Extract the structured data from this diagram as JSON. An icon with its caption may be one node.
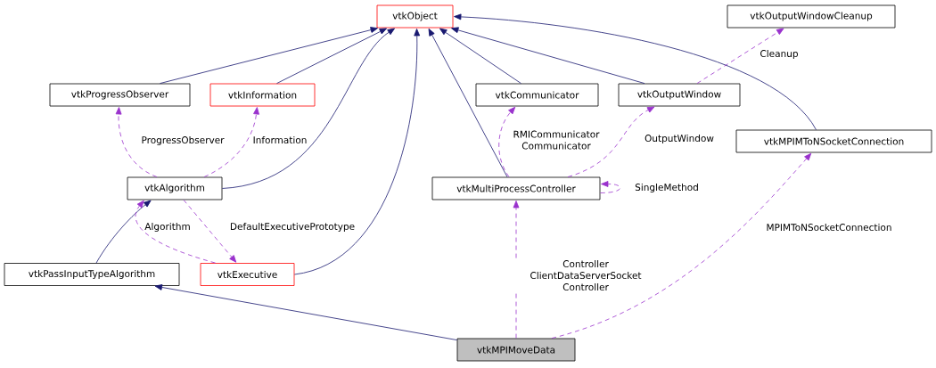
{
  "diagram": {
    "nodes": [
      {
        "text": [
          "vtkObject"
        ]
      },
      {
        "text": [
          "vtkOutputWindowCleanup"
        ]
      },
      {
        "text": [
          "vtkProgressObserver"
        ]
      },
      {
        "text": [
          "vtkInformation"
        ]
      },
      {
        "text": [
          "vtkCommunicator"
        ]
      },
      {
        "text": [
          "vtkOutputWindow"
        ]
      },
      {
        "text": [
          "vtkMPIMToNSocketConnection"
        ]
      },
      {
        "text": [
          "vtkAlgorithm"
        ]
      },
      {
        "text": [
          "vtkMultiProcessController"
        ]
      },
      {
        "text": [
          "vtkPassInputTypeAlgorithm"
        ]
      },
      {
        "text": [
          "vtkExecutive"
        ]
      },
      {
        "text": [
          "vtkMPIMoveData"
        ]
      }
    ],
    "edges": [
      {
        "from": 2,
        "to": 0,
        "arrow": "to",
        "color": "#191970"
      },
      {
        "from": 3,
        "to": 0,
        "arrow": "to",
        "color": "#191970"
      },
      {
        "from": 7,
        "to": 0,
        "arrow": "to",
        "color": "#191970"
      },
      {
        "from": 10,
        "to": 0,
        "arrow": "to",
        "color": "#191970"
      },
      {
        "from": 8,
        "to": 0,
        "arrow": "to",
        "color": "#191970"
      },
      {
        "from": 4,
        "to": 0,
        "arrow": "to",
        "color": "#191970"
      },
      {
        "from": 5,
        "to": 0,
        "arrow": "to",
        "color": "#191970"
      },
      {
        "from": 6,
        "to": 0,
        "arrow": "to",
        "color": "#191970"
      },
      {
        "from": 9,
        "to": 7,
        "arrow": "to",
        "color": "#191970"
      },
      {
        "from": 11,
        "to": 9,
        "arrow": "to",
        "color": "#191970"
      },
      {
        "from": 7,
        "to": 2,
        "arrow": "to",
        "style": "dashed",
        "color": "#9a32cd",
        "label": "ProgressObserver"
      },
      {
        "from": 7,
        "to": 3,
        "arrow": "to",
        "style": "dashed",
        "color": "#9a32cd",
        "label": "Information"
      },
      {
        "from": 5,
        "to": 1,
        "arrow": "to",
        "style": "dashed",
        "color": "#9a32cd",
        "label": "Cleanup"
      },
      {
        "from": 8,
        "to": 4,
        "arrow": "to",
        "style": "dashed",
        "color": "#9a32cd",
        "label": "RMICommunicator Communicator"
      },
      {
        "from": 8,
        "to": 5,
        "arrow": "to",
        "style": "dashed",
        "color": "#9a32cd",
        "label": "OutputWindow"
      },
      {
        "from": 8,
        "to": 8,
        "arrow": "to",
        "style": "dashed",
        "color": "#9a32cd",
        "label": "SingleMethod"
      },
      {
        "from": 10,
        "to": 7,
        "arrow": "to",
        "style": "dashed",
        "color": "#9a32cd",
        "label": "Algorithm"
      },
      {
        "from": 7,
        "to": 10,
        "arrow": "to",
        "style": "dashed",
        "color": "#9a32cd",
        "label": "DefaultExecutivePrototype"
      },
      {
        "from": 11,
        "to": 8,
        "arrow": "to",
        "style": "dashed",
        "color": "#9a32cd",
        "label": "Controller ClientDataServerSocket Controller"
      },
      {
        "from": 11,
        "to": 6,
        "arrow": "to",
        "style": "dashed",
        "color": "#9a32cd",
        "label": "MPIMToNSocketConnection"
      }
    ]
  }
}
